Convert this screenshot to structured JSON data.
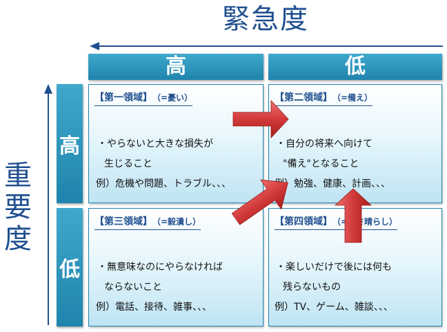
{
  "axes": {
    "urgency": "緊急度",
    "importance": [
      "重",
      "要",
      "度"
    ],
    "urgency_high": "高",
    "urgency_low": "低",
    "importance_high": "高",
    "importance_low": "低"
  },
  "quadrants": [
    {
      "title": "【第一領域】",
      "subtitle": "（=憂い）",
      "lines": [
        "・やらないと大きな損失が",
        "生じること",
        "例）危機や問題、トラブル、、、"
      ]
    },
    {
      "title": "【第二領域】",
      "subtitle": "（=備え）",
      "lines": [
        "・自分の将来へ向けて",
        "\"備え\"となること",
        "例）勉強、健康、計画、、、"
      ]
    },
    {
      "title": "【第三領域】",
      "subtitle": "（=毅潰し）",
      "lines": [
        "・無意味なのにやらなければ",
        "ならないこと",
        "例）電話、接待、雑事、、、"
      ]
    },
    {
      "title": "【第四領域】",
      "subtitle": "（=憂さ晴らし）",
      "lines": [
        "・楽しいだけで後には何も",
        "残らないもの",
        "例）TV、ゲーム、雑談、、、"
      ]
    }
  ],
  "colors": {
    "header": "#1f84ad",
    "axis": "#1f4f8f",
    "arrow": "#d23a3a"
  }
}
